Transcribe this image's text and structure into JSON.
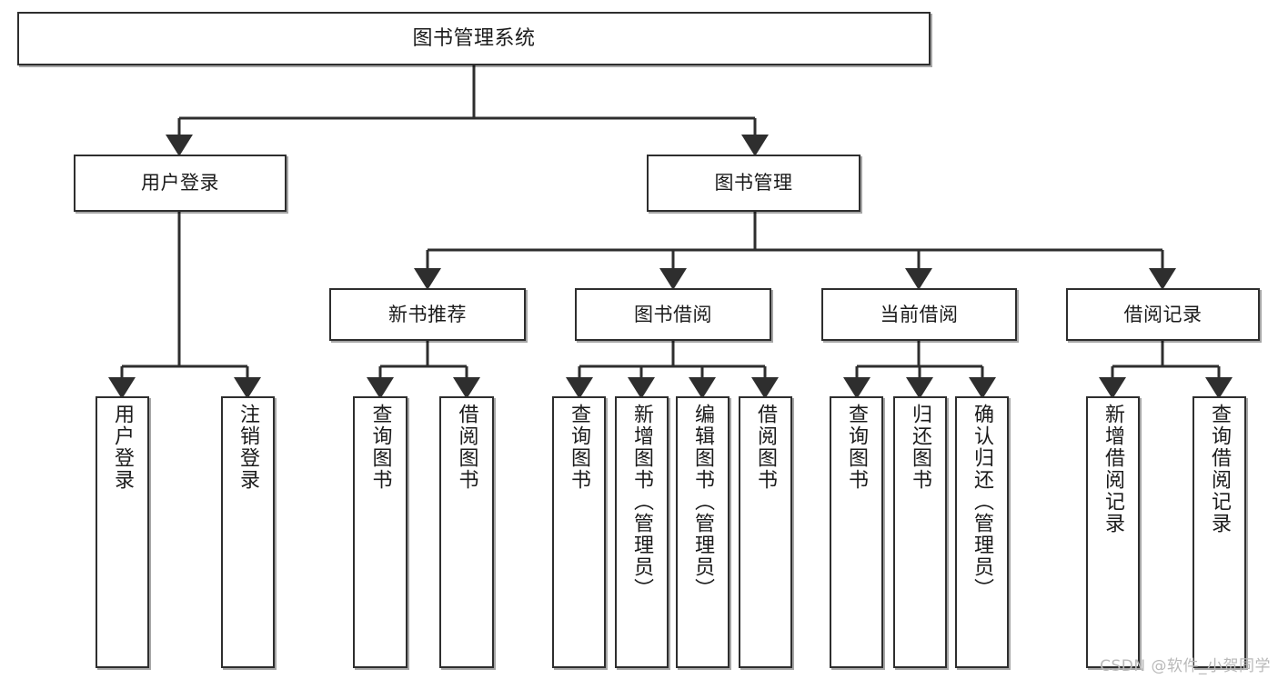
{
  "diagram": {
    "title": "图书管理系统",
    "type": "tree",
    "watermark": "CSDN @软件_小贺同学",
    "colors": {
      "border": "#2e2e2e",
      "fill": "#ffffff",
      "text": "#1b1b1b",
      "edge": "#2e2e2e",
      "watermark": "#b9b9b9"
    },
    "nodes": {
      "root": {
        "label": "图书管理系统"
      },
      "level2": [
        {
          "label": "用户登录"
        },
        {
          "label": "图书管理"
        }
      ],
      "level3": [
        {
          "label": "新书推荐"
        },
        {
          "label": "图书借阅"
        },
        {
          "label": "当前借阅"
        },
        {
          "label": "借阅记录"
        }
      ],
      "leaves": {
        "user_login": [
          {
            "label": "用户登录"
          },
          {
            "label": "注销登录"
          }
        ],
        "new_book": [
          {
            "label": "查询图书"
          },
          {
            "label": "借阅图书"
          }
        ],
        "book_borrow": [
          {
            "label": "查询图书"
          },
          {
            "label": "新增图书（管理员）"
          },
          {
            "label": "编辑图书（管理员）"
          },
          {
            "label": "借阅图书"
          }
        ],
        "current_borrow": [
          {
            "label": "查询图书"
          },
          {
            "label": "归还图书"
          },
          {
            "label": "确认归还（管理员）"
          }
        ],
        "borrow_record": [
          {
            "label": "新增借阅记录"
          },
          {
            "label": "查询借阅记录"
          }
        ]
      }
    }
  }
}
